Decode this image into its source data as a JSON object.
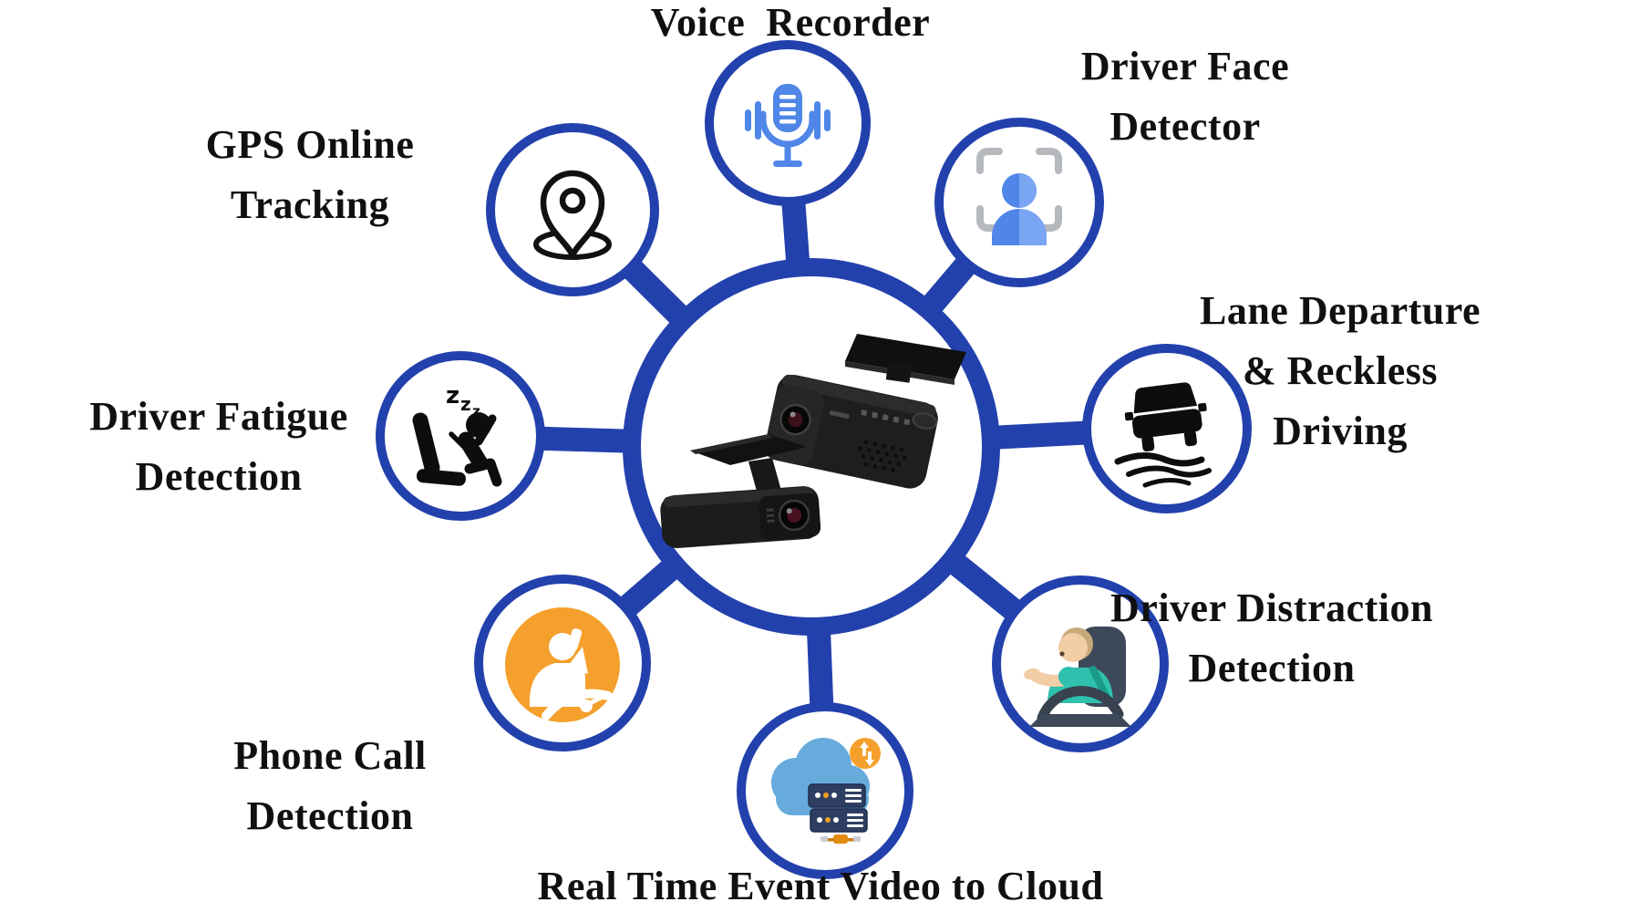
{
  "title": "Dashcam feature overview diagram",
  "colors": {
    "accent": "#2341ad",
    "icon_blue": "#4f86e8",
    "icon_blue_light": "#7aa5f2",
    "bracket_gray": "#b5b8bd",
    "orange": "#f5a02c",
    "cloud_blue": "#66abdc",
    "server_navy": "#2e3e62",
    "teal": "#2fc0ae",
    "skin": "#f3cda6",
    "hair": "#c6a978",
    "seat_slate": "#3d4859",
    "text": "#101010"
  },
  "center": {
    "name": "dual dashcam product"
  },
  "features": [
    {
      "id": "voice-recorder",
      "label": "Voice  Recorder",
      "icon": "microphone-icon"
    },
    {
      "id": "driver-face-detector",
      "label": "Driver Face\nDetector",
      "icon": "face-detection-icon"
    },
    {
      "id": "lane-departure",
      "label": "Lane Departure\n& Reckless\nDriving",
      "icon": "car-skid-icon"
    },
    {
      "id": "driver-distraction",
      "label": "Driver Distraction\nDetection",
      "icon": "distracted-driver-icon"
    },
    {
      "id": "cloud-video",
      "label": "Real Time Event Video to Cloud",
      "icon": "cloud-server-icon"
    },
    {
      "id": "phone-call-detection",
      "label": "Phone Call\nDetection",
      "icon": "phone-call-icon"
    },
    {
      "id": "driver-fatigue",
      "label": "Driver Fatigue\nDetection",
      "icon": "sleeping-driver-icon",
      "sleep_glyphs": [
        "z",
        "z",
        "z"
      ]
    },
    {
      "id": "gps-online-tracking",
      "label": "GPS Online\nTracking",
      "icon": "location-pin-icon"
    }
  ]
}
